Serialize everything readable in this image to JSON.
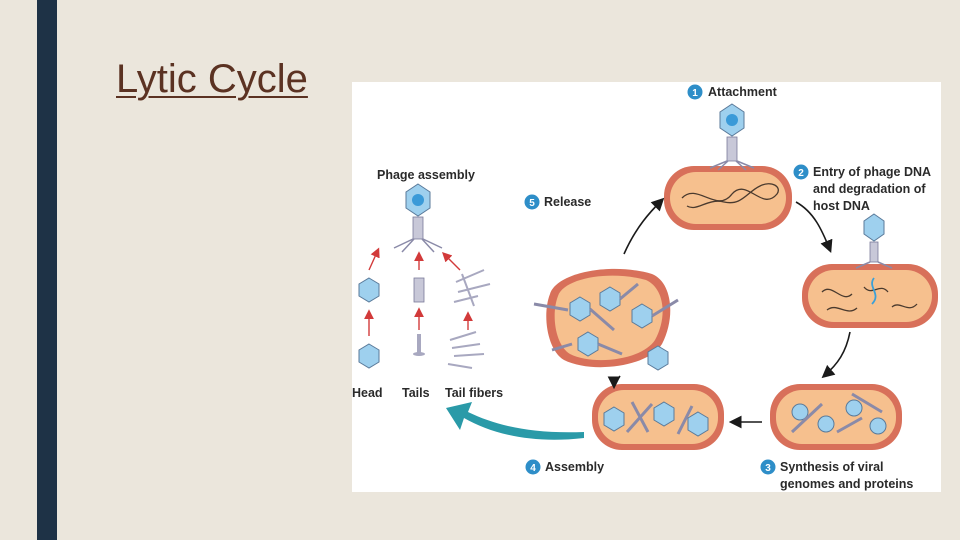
{
  "slide": {
    "title": "Lytic Cycle",
    "accent_bar_color": "#1e3246",
    "title_color": "#5b3222"
  },
  "diagram": {
    "steps": [
      {
        "number": "1",
        "lines": [
          "Attachment"
        ]
      },
      {
        "number": "2",
        "lines": [
          "Entry of phage DNA",
          "and degradation of",
          "host DNA"
        ]
      },
      {
        "number": "3",
        "lines": [
          "Synthesis of viral",
          "genomes and proteins"
        ]
      },
      {
        "number": "4",
        "lines": [
          "Assembly"
        ]
      },
      {
        "number": "5",
        "lines": [
          "Release"
        ]
      }
    ],
    "assembly": {
      "title": "Phage assembly",
      "parts": [
        "Head",
        "Tails",
        "Tail fibers"
      ]
    },
    "colors": {
      "step_badge": "#2e8ec8",
      "cell_fill": "#f6c08e",
      "cell_wall": "#d8705a",
      "capsid": "#9ed0ee",
      "assembly_arrow": "#2a9aa8",
      "cycle_arrow": "#1a1a1a",
      "small_arrow": "#d23a3a"
    }
  }
}
